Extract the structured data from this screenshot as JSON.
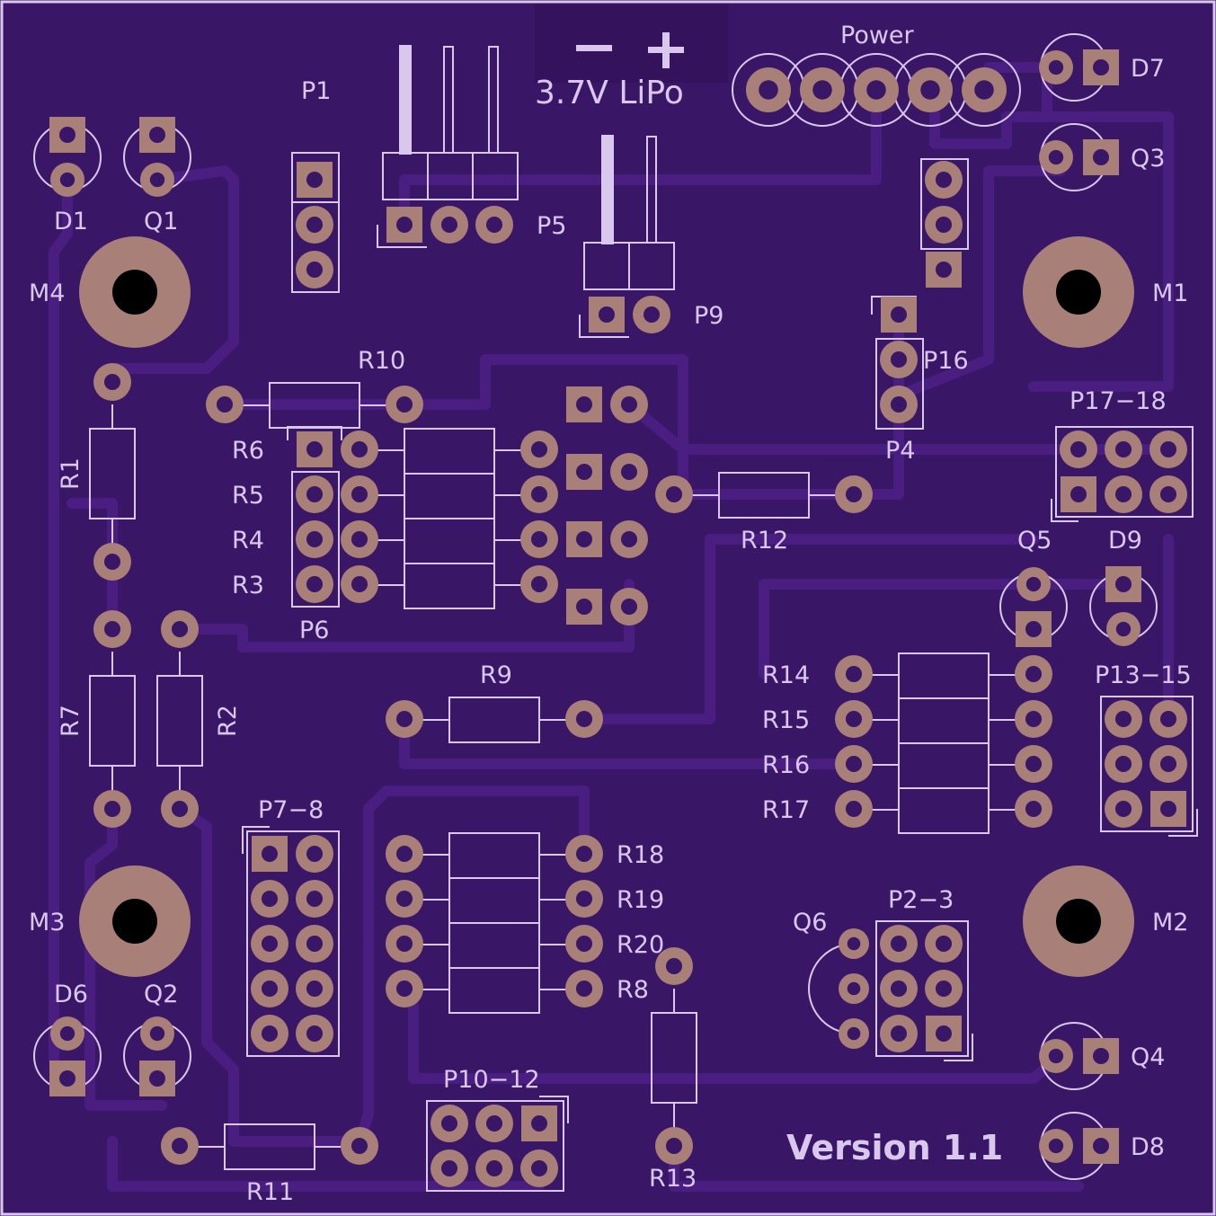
{
  "board": {
    "version_text": "Version 1.1",
    "battery_text": "3.7V LiPo",
    "minus_symbol": "−",
    "plus_symbol": "+",
    "power_label": "Power"
  },
  "colors": {
    "board": "#3a1766",
    "trace": "#4a1d80",
    "pad": "#a88078",
    "silk": "#d9c7ee",
    "hole": "#000000"
  },
  "labels": {
    "P1": "P1",
    "P5": "P5",
    "P9": "P9",
    "P4": "P4",
    "P16": "P16",
    "P17_18": "P17−18",
    "P13_15": "P13−15",
    "P2_3": "P2−3",
    "P7_8": "P7−8",
    "P10_12": "P10−12",
    "P6": "P6",
    "D1": "D1",
    "Q1": "Q1",
    "D7": "D7",
    "Q3": "Q3",
    "D6": "D6",
    "Q2": "Q2",
    "Q4": "Q4",
    "D8": "D8",
    "Q5": "Q5",
    "D9": "D9",
    "Q6": "Q6",
    "M1": "M1",
    "M2": "M2",
    "M3": "M3",
    "M4": "M4",
    "R1": "R1",
    "R2": "R2",
    "R3": "R3",
    "R4": "R4",
    "R5": "R5",
    "R6": "R6",
    "R7": "R7",
    "R8": "R8",
    "R9": "R9",
    "R10": "R10",
    "R11": "R11",
    "R12": "R12",
    "R13": "R13",
    "R14": "R14",
    "R15": "R15",
    "R16": "R16",
    "R17": "R17",
    "R18": "R18",
    "R19": "R19",
    "R20": "R20"
  }
}
